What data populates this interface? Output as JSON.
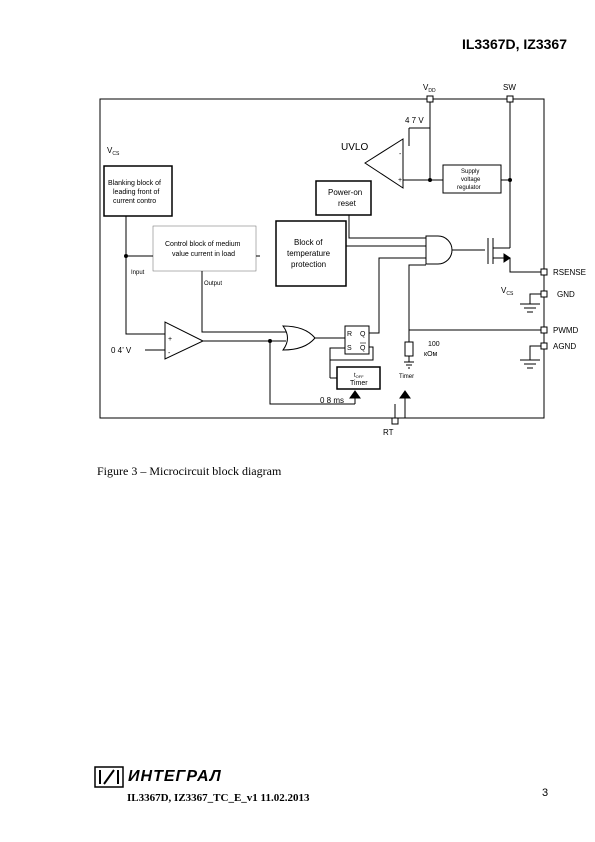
{
  "header": {
    "title": "IL3367D, IZ3367"
  },
  "diagram": {
    "vdd_label": "V",
    "vdd_sub": "DD",
    "sw_label": "SW",
    "v47_label": "4 7 V",
    "uvlo_label": "UVLO",
    "vcs_label": "V",
    "vcs_sub": "CS",
    "blanking_block": [
      "Blanking block of",
      "leading front of",
      "current contro"
    ],
    "power_on_reset": [
      "Power-on",
      "reset"
    ],
    "supply_regulator": [
      "Supply",
      "voltage",
      "regulator"
    ],
    "control_block": [
      "Control block of medium",
      "value current in load"
    ],
    "temp_block": [
      "Block of",
      "temperature",
      "protection"
    ],
    "input_label": "Input",
    "output_label": "Output",
    "v041_label": "0 4’ V",
    "rsense_label": "RSENSE",
    "vcs2_label": "V",
    "vcs2_sub": "CS",
    "gnd_label": "GND",
    "pwmd_label": "PWMD",
    "agnd_label": "AGND",
    "res_label": [
      "100",
      "кОм"
    ],
    "toff_label": "t",
    "toff_sub": "OFF",
    "timer_label": "Timer",
    "timer_small_label": "Timer",
    "ms_label": "0 8 ms",
    "rt_label": "RT",
    "sr_r": "R",
    "sr_s": "S",
    "sr_q": "Q",
    "sr_qbar": "Q",
    "plus": "+",
    "minus": "-"
  },
  "caption": "Figure 3 – Microcircuit block diagram",
  "footer": {
    "logo_text": "ИНТЕГРАЛ",
    "document_id": "IL3367D, IZ3367_TC_E_v1 11.02.2013",
    "page_number": "3"
  }
}
